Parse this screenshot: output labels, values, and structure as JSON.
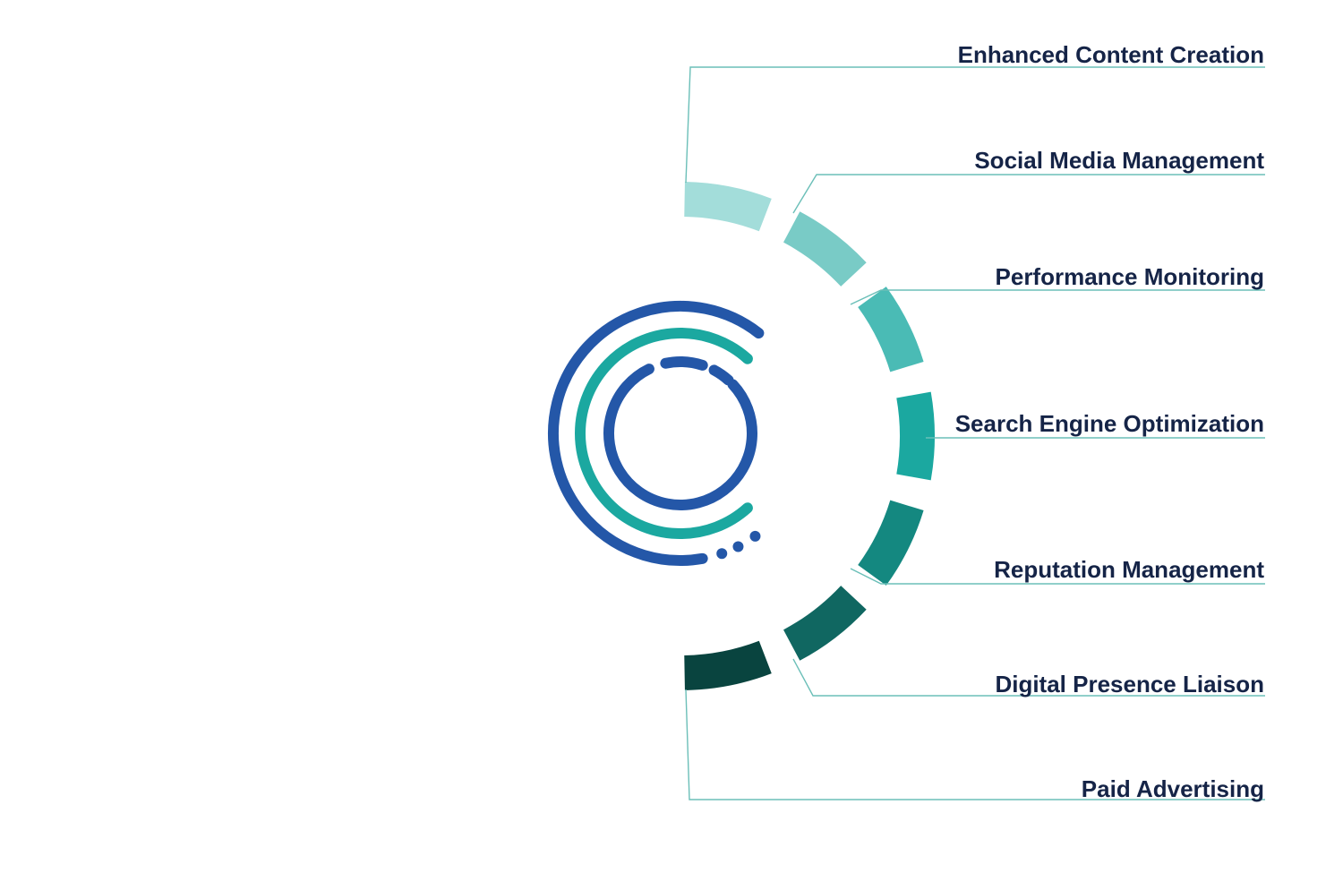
{
  "diagram": {
    "items": [
      {
        "label": "Enhanced Content Creation",
        "color": "#A3DDDA"
      },
      {
        "label": "Social Media Management",
        "color": "#79CBC6"
      },
      {
        "label": "Performance Monitoring",
        "color": "#4ABBB5"
      },
      {
        "label": "Search Engine Optimization",
        "color": "#1BA8A0"
      },
      {
        "label": "Reputation Management",
        "color": "#148880"
      },
      {
        "label": "Digital Presence Liaison",
        "color": "#106761"
      },
      {
        "label": "Paid Advertising",
        "color": "#09443F"
      }
    ],
    "leader_color": "#6BBFB8",
    "label_color": "#152447"
  },
  "logo": {
    "name": "c-rings-logo",
    "outer_ring_color": "#2457A8",
    "middle_ring_color": "#1BA8A0",
    "inner_ring_color": "#2457A8"
  }
}
